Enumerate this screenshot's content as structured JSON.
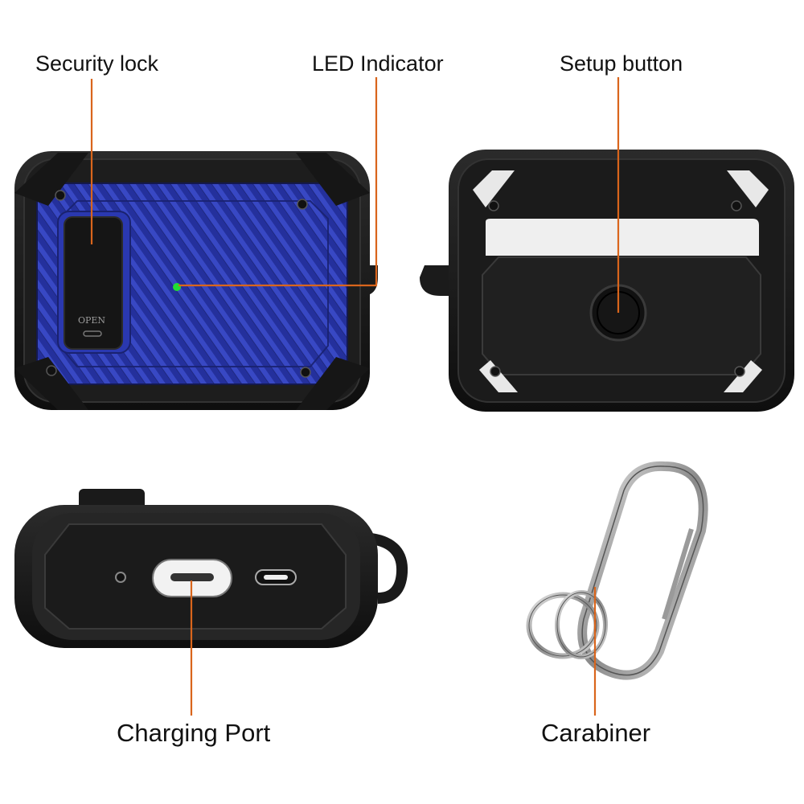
{
  "labels": {
    "security_lock": "Security lock",
    "led_indicator": "LED Indicator",
    "setup_button": "Setup button",
    "charging_port": "Charging Port",
    "carabiner": "Carabiner"
  },
  "lock_text": "OPEN",
  "colors": {
    "callout": "#d9651c",
    "case_black": "#1c1c1c",
    "carbon_blue": "#2a38b0",
    "led_green": "#22dd33",
    "background": "#ffffff"
  }
}
